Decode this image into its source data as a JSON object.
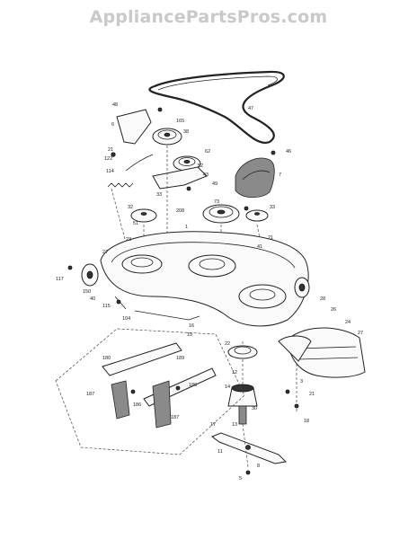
{
  "watermark": "AppliancePartsPros.com",
  "labels": {
    "l1": "48",
    "l2": "6",
    "l3": "165",
    "l4": "38",
    "l5": "47",
    "l6": "7",
    "l7": "62",
    "l8": "21",
    "l9": "122",
    "l10": "114",
    "l11": "43",
    "l12": "33",
    "l13": "49",
    "l14": "73",
    "l15": "208",
    "l16": "33",
    "l17": "1",
    "l18": "27",
    "l19": "23",
    "l20": "117",
    "l21": "150",
    "l22": "40",
    "l23": "115",
    "l24": "104",
    "l25": "16",
    "l26": "19",
    "l27": "22",
    "l28": "26",
    "l29": "28",
    "l30": "24",
    "l31": "27",
    "l32": "180",
    "l33": "187",
    "l34": "189",
    "l35": "186",
    "l36": "187",
    "l37": "186",
    "l38": "14",
    "l39": "12",
    "l40": "13",
    "l41": "21",
    "l42": "18",
    "l43": "17",
    "l44": "5",
    "l45": "8",
    "l46": "11",
    "l47": "3",
    "l48": "30",
    "l49": "21",
    "l50": "41",
    "l51": "46",
    "l52": "52",
    "l53": "32",
    "l54": "51"
  }
}
